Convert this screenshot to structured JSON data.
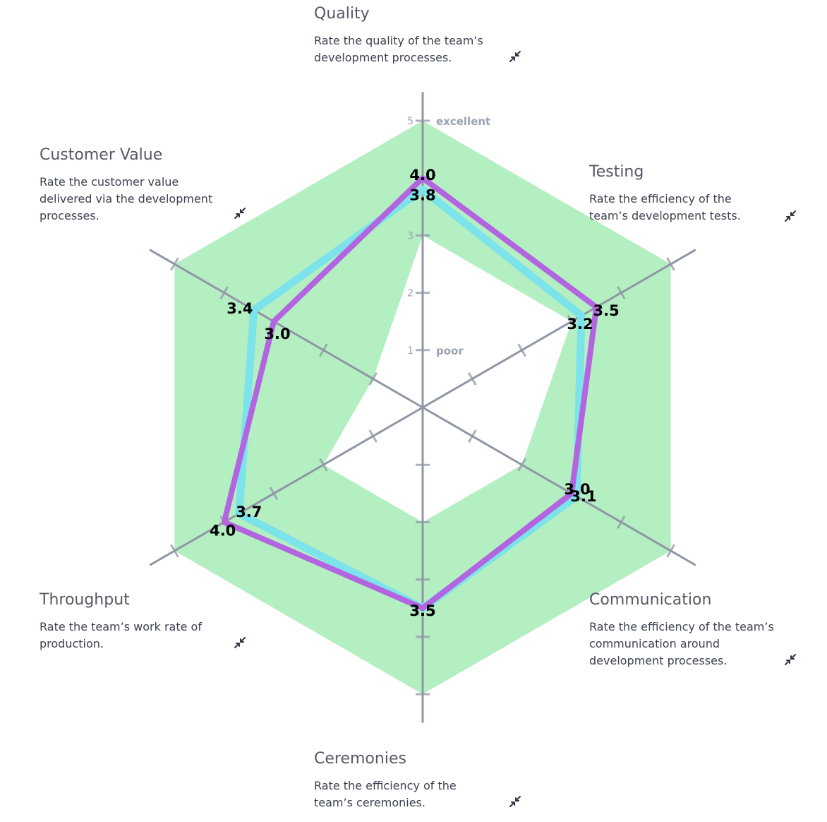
{
  "chart_data": {
    "type": "radar",
    "axes": [
      "Quality",
      "Testing",
      "Communication",
      "Ceremonies",
      "Throughput",
      "Customer Value"
    ],
    "range": [
      0,
      5
    ],
    "tick_numbers": [
      "1",
      "2",
      "3",
      "5"
    ],
    "scale_labels": {
      "low": "poor",
      "high": "excellent"
    },
    "band": {
      "lower": [
        3,
        3,
        2,
        2,
        2,
        1
      ],
      "upper": [
        5,
        5,
        5,
        5,
        5,
        5
      ],
      "color": "#b4efc2"
    },
    "series": [
      {
        "values": [
          3.8,
          3.2,
          3.1,
          3.5,
          3.7,
          3.4
        ],
        "color": "#7de3ea"
      },
      {
        "values": [
          4.0,
          3.5,
          3.0,
          3.5,
          4.0,
          3.0
        ],
        "color": "#b364e0"
      }
    ],
    "axis_color": "#9096a6"
  },
  "dimensions": [
    {
      "title": "Quality",
      "description": "Rate the quality of the team’s development processes."
    },
    {
      "title": "Testing",
      "description": "Rate the efficiency of the team’s development tests."
    },
    {
      "title": "Communication",
      "description": "Rate the efficiency of the team’s communication around development processes."
    },
    {
      "title": "Ceremonies",
      "description": "Rate the efficiency of the team’s ceremonies."
    },
    {
      "title": "Throughput",
      "description": "Rate the team’s work rate of production."
    },
    {
      "title": "Customer Value",
      "description": "Rate the customer value delivered via the development processes."
    }
  ],
  "icons": {
    "collapse": "collapse-arrows-icon"
  }
}
